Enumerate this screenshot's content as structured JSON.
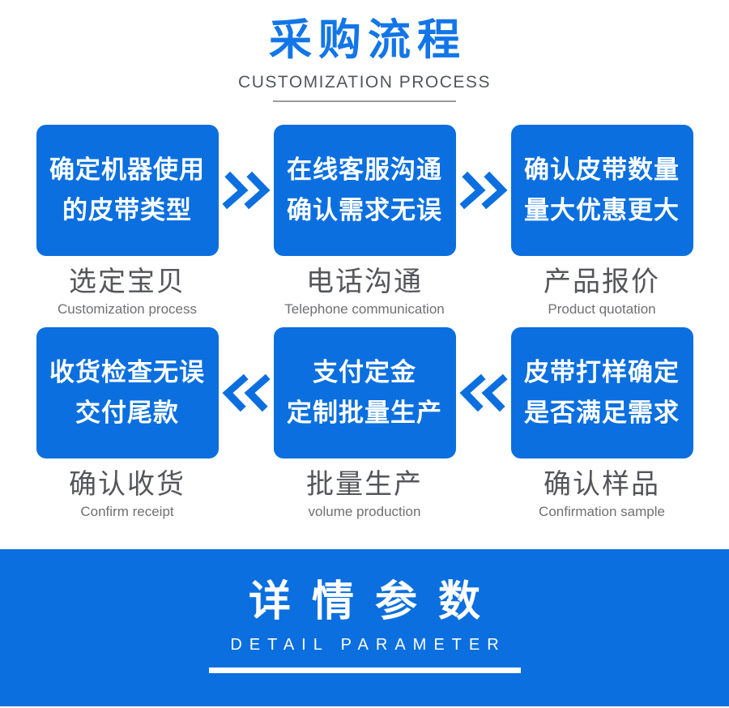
{
  "header": {
    "title": "采购流程",
    "subtitle": "CUSTOMIZATION PROCESS"
  },
  "steps": [
    {
      "box_lines": [
        "确定机器使用",
        "的皮带类型"
      ],
      "label_cn": "选定宝贝",
      "label_en": "Customization process"
    },
    {
      "box_lines": [
        "在线客服沟通",
        "确认需求无误"
      ],
      "label_cn": "电话沟通",
      "label_en": "Telephone communication"
    },
    {
      "box_lines": [
        "确认皮带数量",
        "量大优惠更大"
      ],
      "label_cn": "产品报价",
      "label_en": "Product quotation"
    },
    {
      "box_lines": [
        "收货检查无误",
        "交付尾款"
      ],
      "label_cn": "确认收货",
      "label_en": "Confirm receipt"
    },
    {
      "box_lines": [
        "支付定金",
        "定制批量生产"
      ],
      "label_cn": "批量生产",
      "label_en": "volume production"
    },
    {
      "box_lines": [
        "皮带打样确定",
        "是否满足需求"
      ],
      "label_cn": "确认样品",
      "label_en": "Confirmation sample"
    }
  ],
  "footer": {
    "title": "详情参数",
    "subtitle": "DETAIL PARAMETER"
  },
  "icons": {
    "row1_arrow": "double-chevron-right-icon",
    "row2_arrow": "double-chevron-left-icon"
  },
  "colors": {
    "accent_blue": "#0b6fdf",
    "title_blue": "#1276e8",
    "box_text_white": "#ffffff",
    "label_gray": "#55565a",
    "subtext_gray": "#6f7073",
    "underline_gray": "#9b9b9b"
  }
}
